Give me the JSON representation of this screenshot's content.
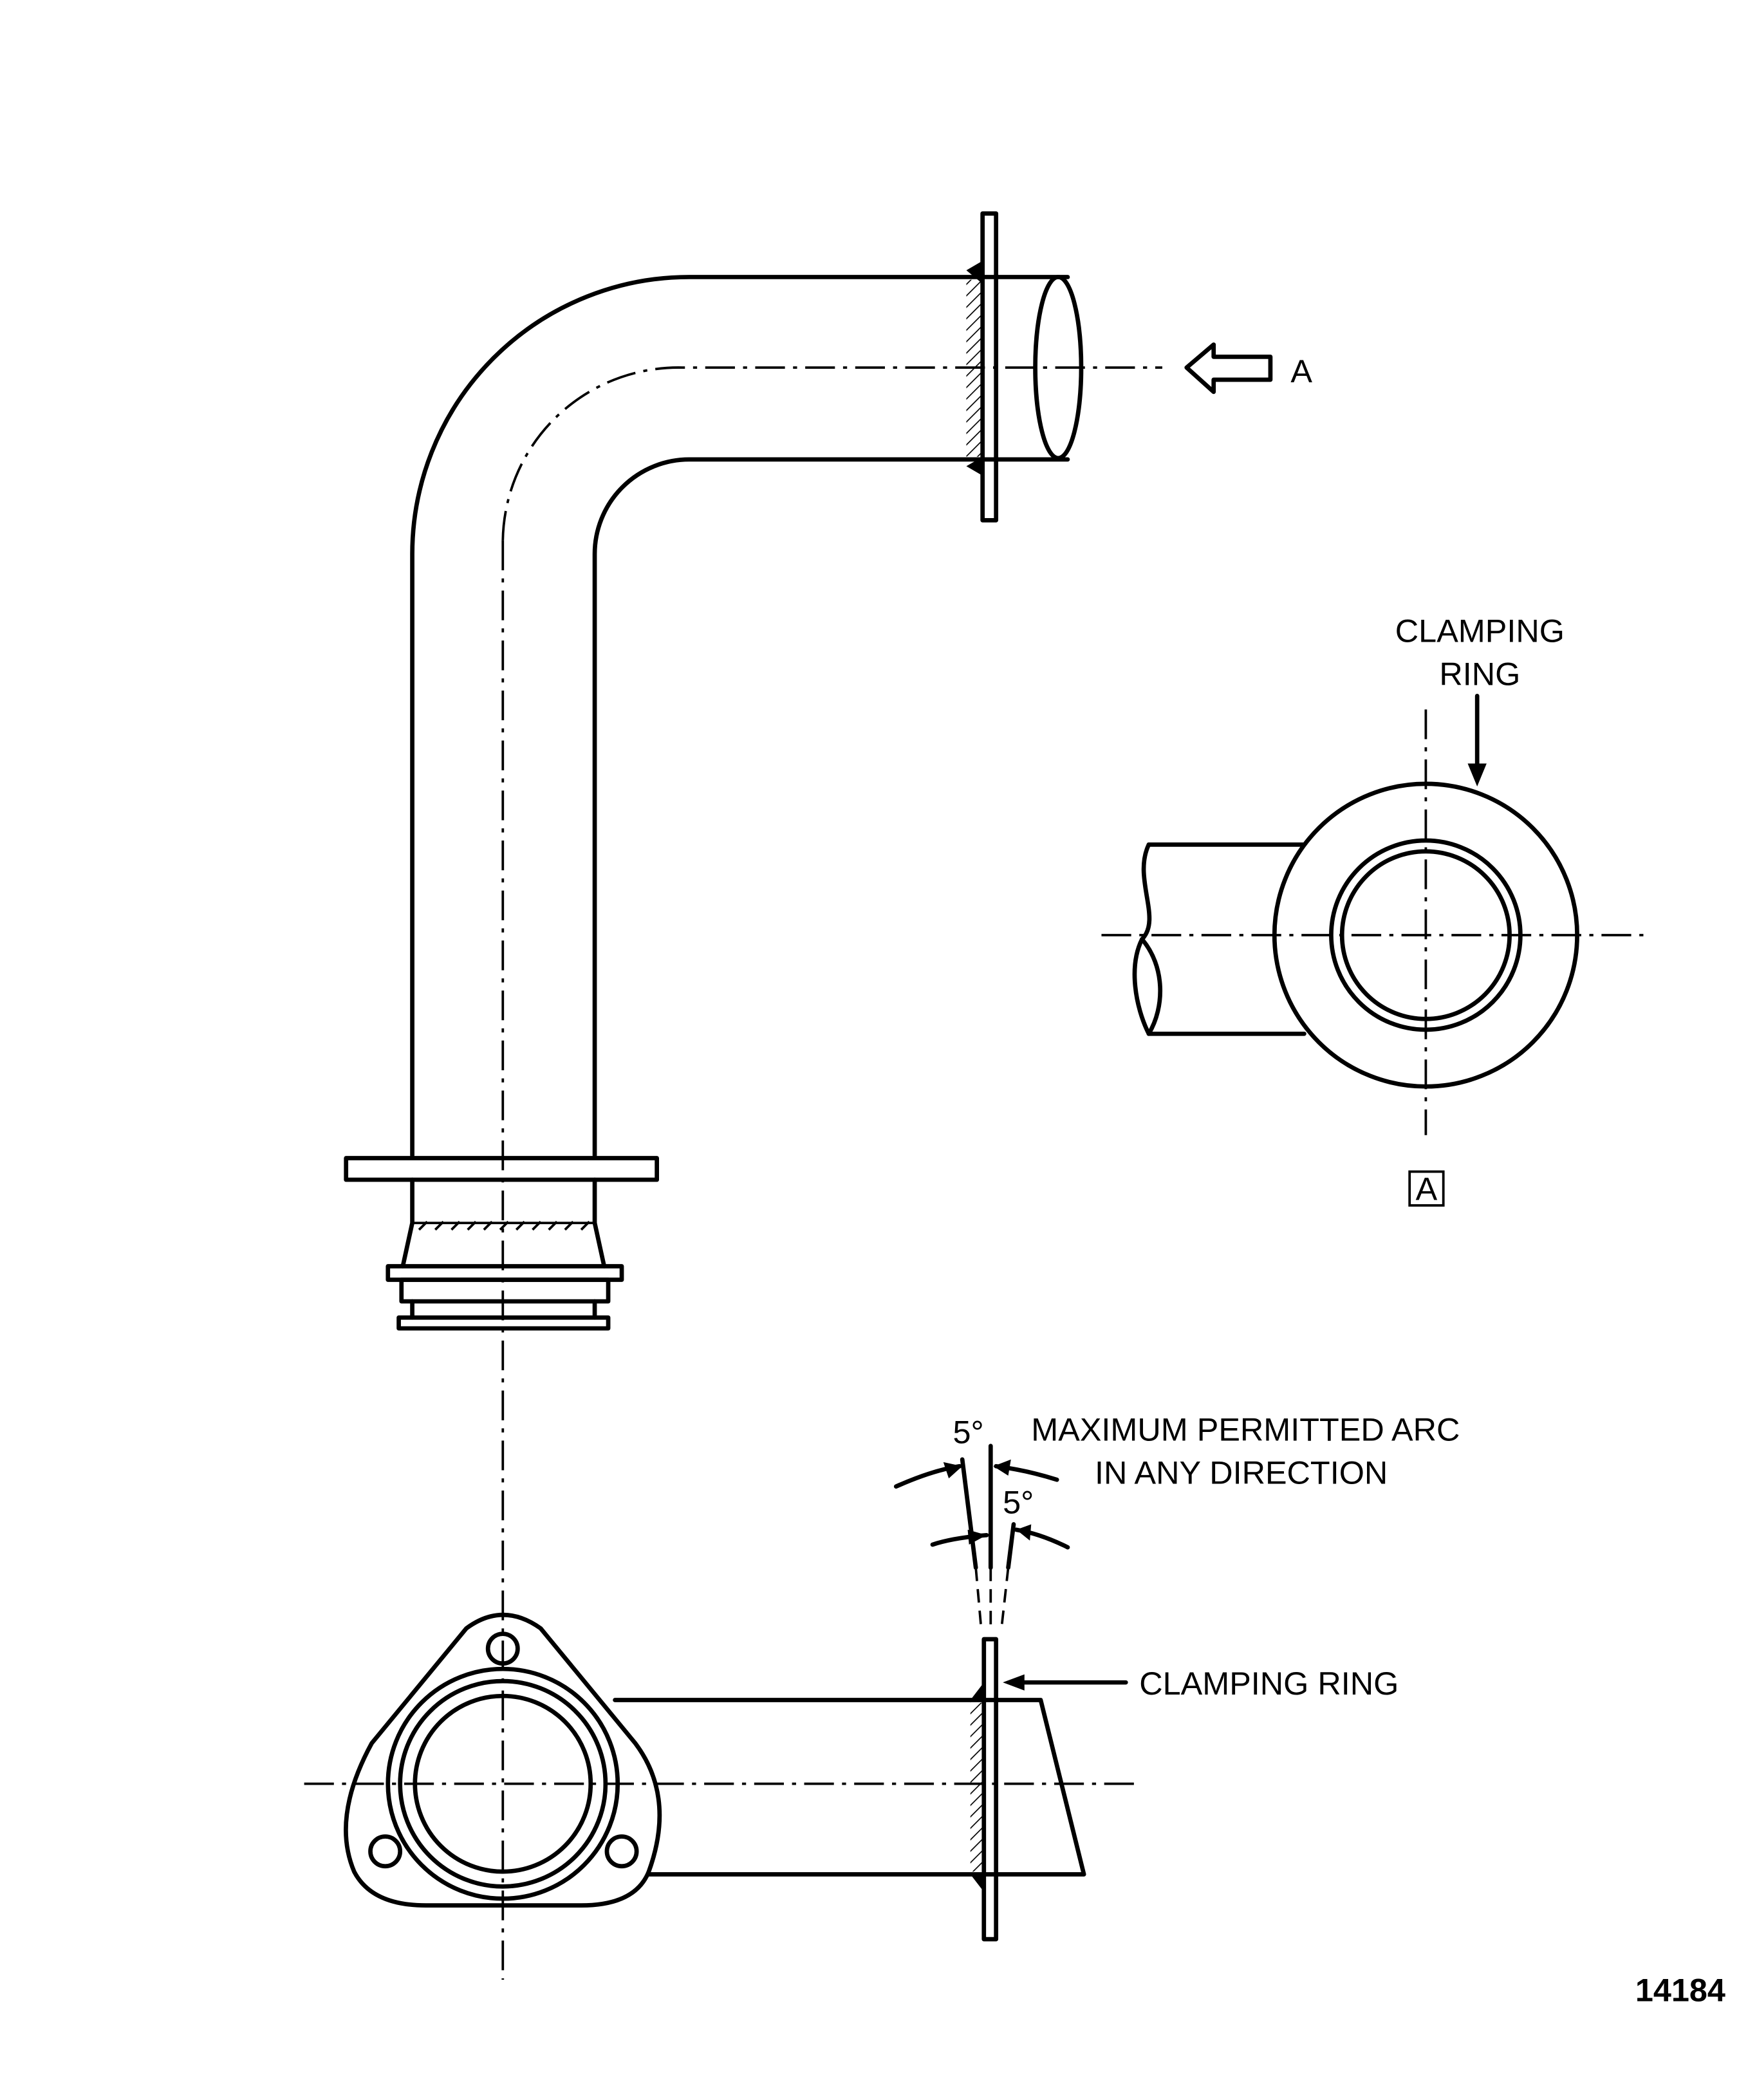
{
  "labels": {
    "view_arrow": "A",
    "clamping_ring_top_line1": "CLAMPING",
    "clamping_ring_top_line2": "RING",
    "view_marker": "A",
    "angle_1": "5°",
    "angle_2": "5°",
    "arc_note_line1": "MAXIMUM PERMITTED ARC",
    "arc_note_line2": "IN ANY DIRECTION",
    "clamping_ring_bottom": "CLAMPING RING",
    "figure_number": "14184"
  },
  "colors": {
    "ink": "#000000",
    "paper": "#ffffff"
  }
}
